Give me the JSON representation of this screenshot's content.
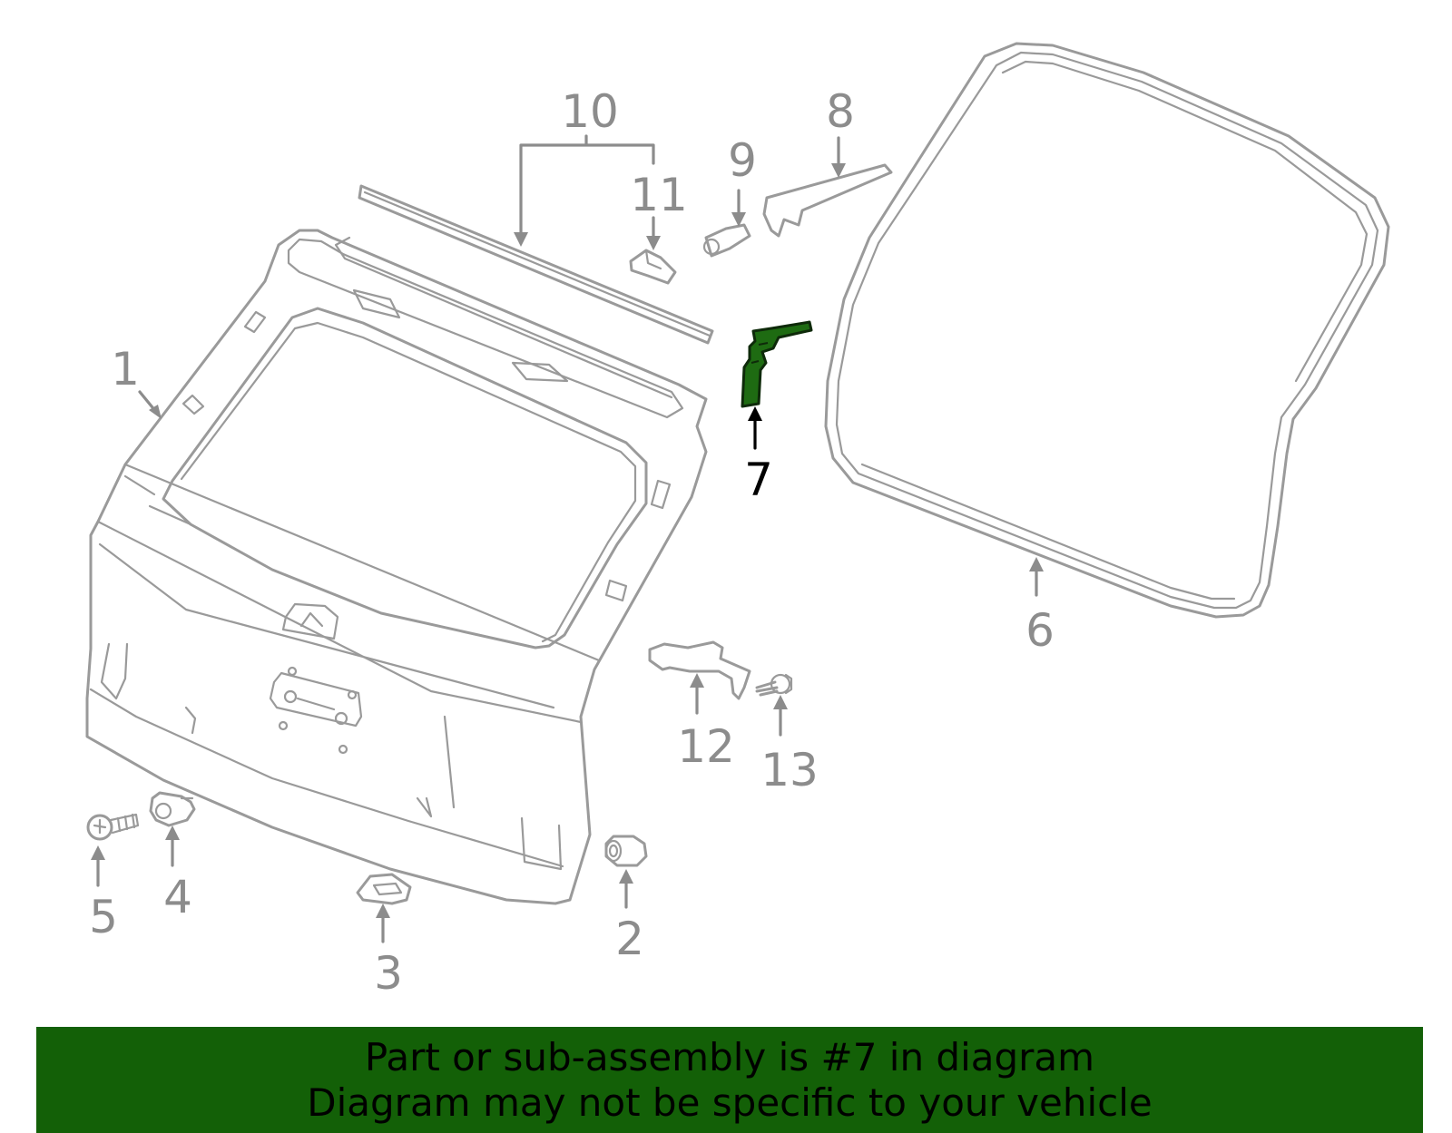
{
  "callouts": {
    "c1": "1",
    "c2": "2",
    "c3": "3",
    "c4": "4",
    "c5": "5",
    "c6": "6",
    "c7": "7",
    "c8": "8",
    "c9": "9",
    "c10": "10",
    "c11": "11",
    "c12": "12",
    "c13": "13"
  },
  "highlighted_part": "7",
  "colors": {
    "highlight": "#1e6b12",
    "banner": "#136007",
    "line": "#9a9a9a"
  },
  "banner": {
    "line1": "Part or sub-assembly is #7 in diagram",
    "line2": "Diagram may not be specific to your vehicle"
  }
}
